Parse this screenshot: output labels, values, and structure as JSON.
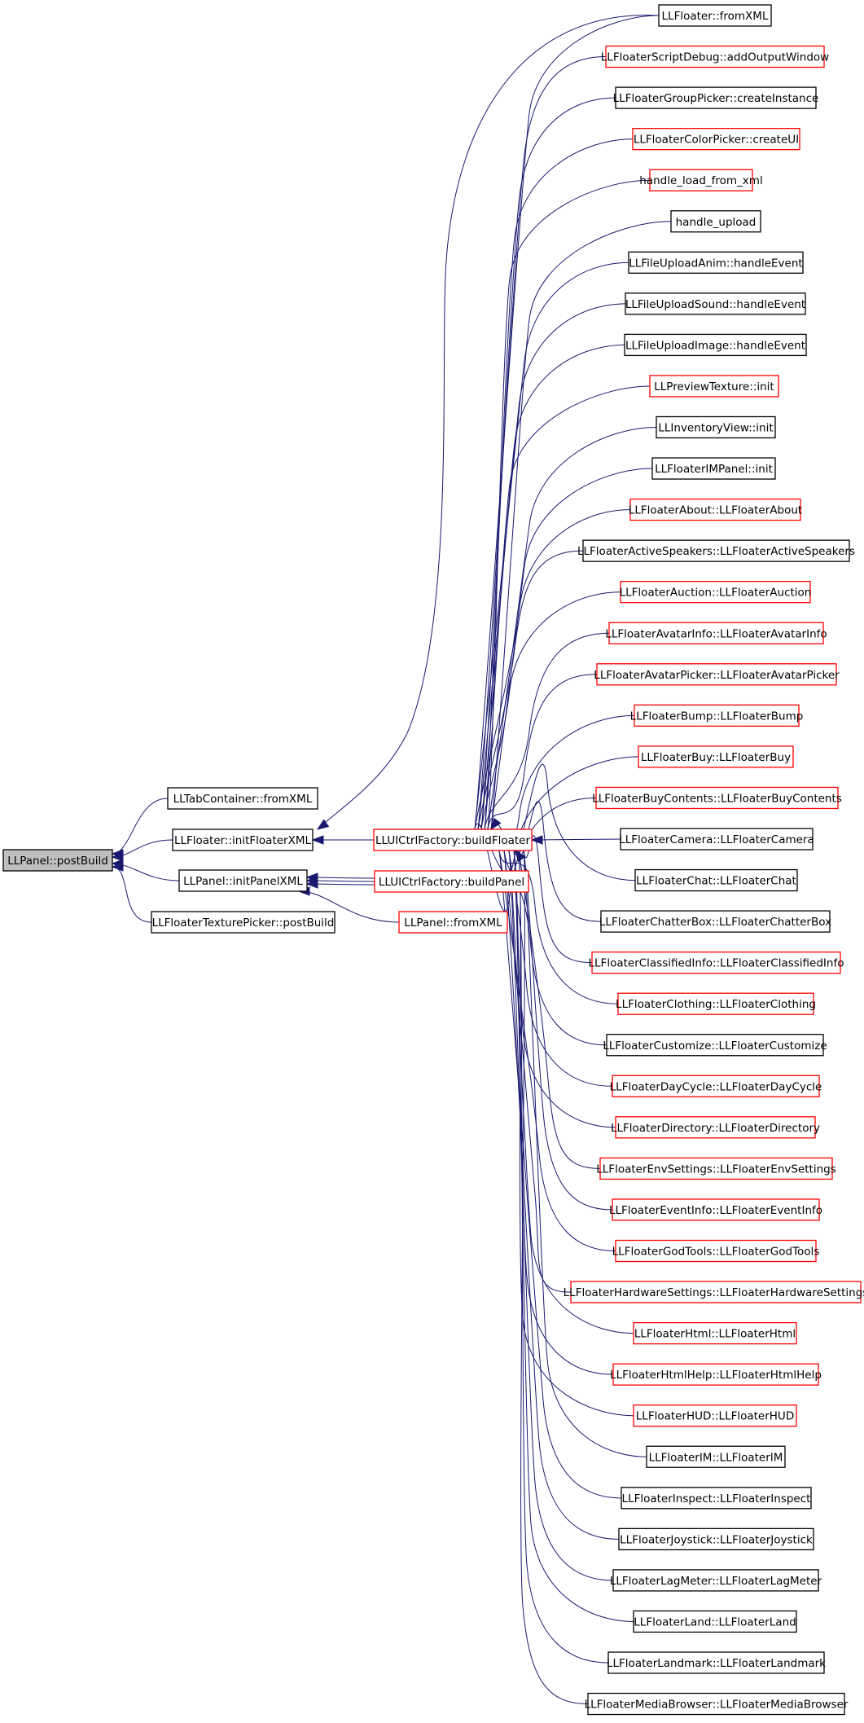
{
  "colors": {
    "edge": "#191970",
    "border_default": "#000000",
    "border_red": "#ff0000",
    "root_fill": "#bfbfbf",
    "node_fill": "#ffffff"
  },
  "nodes": {
    "n_postbuild": "LLPanel::postBuild",
    "n_tabfromxml": "LLTabContainer::fromXML",
    "n_initfloaterxml": "LLFloater::initFloaterXML",
    "n_initpanelxml": "LLPanel::initPanelXML",
    "n_texpicker": "LLFloaterTexturePicker::postBuild",
    "n_buildfloater": "LLUICtrlFactory::buildFloater",
    "n_buildpanel": "LLUICtrlFactory::buildPanel",
    "n_panelfromxml": "LLPanel::fromXML",
    "r0": "LLFloater::fromXML",
    "r1": "LLFloaterScriptDebug::addOutputWindow",
    "r2": "LLFloaterGroupPicker::createInstance",
    "r3": "LLFloaterColorPicker::createUI",
    "r4": "handle_load_from_xml",
    "r5": "handle_upload",
    "r6": "LLFileUploadAnim::handleEvent",
    "r7": "LLFileUploadSound::handleEvent",
    "r8": "LLFileUploadImage::handleEvent",
    "r9": "LLPreviewTexture::init",
    "r10": "LLInventoryView::init",
    "r11": "LLFloaterIMPanel::init",
    "r12": "LLFloaterAbout::LLFloaterAbout",
    "r13": "LLFloaterActiveSpeakers::LLFloaterActiveSpeakers",
    "r14": "LLFloaterAuction::LLFloaterAuction",
    "r15": "LLFloaterAvatarInfo::LLFloaterAvatarInfo",
    "r16": "LLFloaterAvatarPicker::LLFloaterAvatarPicker",
    "r17": "LLFloaterBump::LLFloaterBump",
    "r18": "LLFloaterBuy::LLFloaterBuy",
    "r19": "LLFloaterBuyContents::LLFloaterBuyContents",
    "r20": "LLFloaterCamera::LLFloaterCamera",
    "r21": "LLFloaterChat::LLFloaterChat",
    "r22": "LLFloaterChatterBox::LLFloaterChatterBox",
    "r23": "LLFloaterClassifiedInfo::LLFloaterClassifiedInfo",
    "r24": "LLFloaterClothing::LLFloaterClothing",
    "r25": "LLFloaterCustomize::LLFloaterCustomize",
    "r26": "LLFloaterDayCycle::LLFloaterDayCycle",
    "r27": "LLFloaterDirectory::LLFloaterDirectory",
    "r28": "LLFloaterEnvSettings::LLFloaterEnvSettings",
    "r29": "LLFloaterEventInfo::LLFloaterEventInfo",
    "r30": "LLFloaterGodTools::LLFloaterGodTools",
    "r31": "LLFloaterHardwareSettings::LLFloaterHardwareSettings",
    "r32": "LLFloaterHtml::LLFloaterHtml",
    "r33": "LLFloaterHtmlHelp::LLFloaterHtmlHelp",
    "r34": "LLFloaterHUD::LLFloaterHUD",
    "r35": "LLFloaterIM::LLFloaterIM",
    "r36": "LLFloaterInspect::LLFloaterInspect",
    "r37": "LLFloaterJoystick::LLFloaterJoystick",
    "r38": "LLFloaterLagMeter::LLFloaterLagMeter",
    "r39": "LLFloaterLand::LLFloaterLand",
    "r40": "LLFloaterLandmark::LLFloaterLandmark",
    "r41": "LLFloaterMediaBrowser::LLFloaterMediaBrowser"
  }
}
